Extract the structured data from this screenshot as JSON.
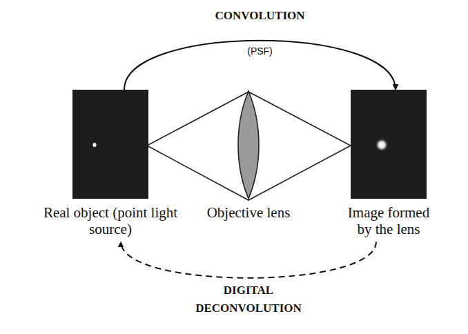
{
  "diagram": {
    "nodes": [
      {
        "text": [
          "Real object (point light source)"
        ]
      },
      {
        "text": [
          "Objective lens"
        ]
      },
      {
        "text": [
          "Image formed by the lens"
        ]
      }
    ],
    "edges": [
      {
        "from": 0,
        "to": 2,
        "arrow": "to",
        "label": "CONVOLUTION"
      },
      {
        "from": 2,
        "to": 0,
        "arrow": "to",
        "label": "DIGITAL DECONVOLUTION"
      }
    ],
    "labels": [
      "(PSF)"
    ]
  }
}
